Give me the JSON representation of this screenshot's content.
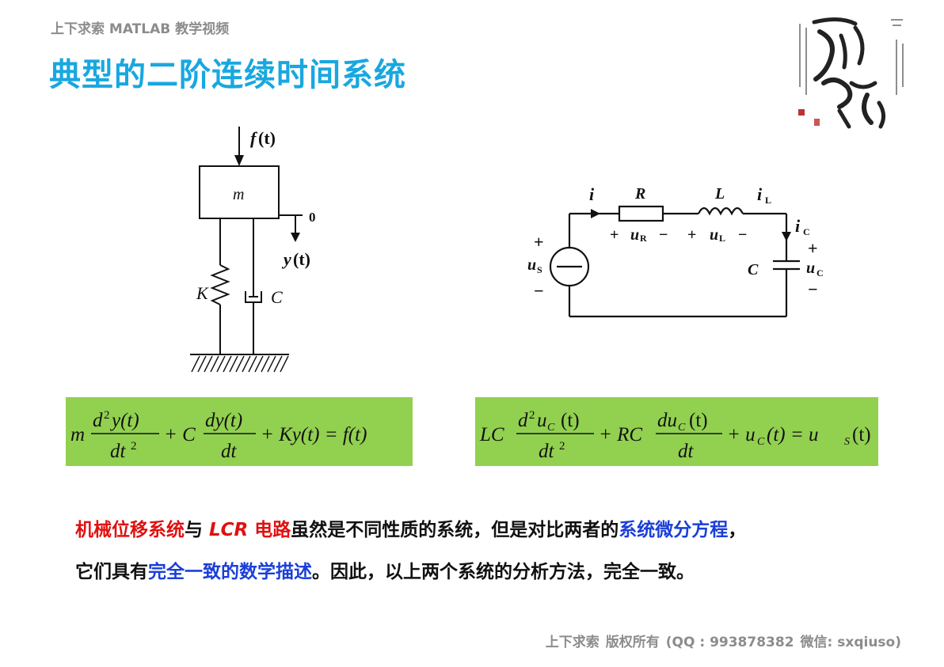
{
  "header": {
    "subtitle": "上下求索 MATLAB 教学视频"
  },
  "slide": {
    "title": "典型的二阶连续时间系统"
  },
  "mechanical": {
    "force_f": "f",
    "force_t": "(t)",
    "mass": "m",
    "zero": "0",
    "disp_y": "y",
    "disp_t": "(t)",
    "spring": "K",
    "damper": "C"
  },
  "circuit": {
    "current_i": "i",
    "resistor": "R",
    "inductor": "L",
    "capacitor": "C",
    "iL_main": "i",
    "iL_sub": "L",
    "iC_main": "i",
    "iC_sub": "C",
    "uR_main": "u",
    "uR_sub": "R",
    "uL_main": "u",
    "uL_sub": "L",
    "uS_main": "u",
    "uS_sub": "S",
    "uC_main": "u",
    "uC_sub": "C",
    "plus": "+",
    "minus": "−"
  },
  "equations": {
    "mech": {
      "m": "m",
      "d2y": "d",
      "sup2": "2",
      "yt": "y(t)",
      "dt": "dt",
      "plusC": "+ C",
      "dy": "dy(t)",
      "dtb": "dt",
      "rest": "+ Ky(t) = f(t)"
    },
    "elec": {
      "LC": "LC",
      "d2": "d",
      "sup2": "2",
      "u": "u",
      "uC_sub": "C",
      "t": "(t)",
      "dt": "dt",
      "plusRC": "+ RC",
      "du": "du",
      "rest1": "+ u",
      "rest1_sub": "C",
      "rest2": "(t) = u",
      "rest2_sub": "S",
      "rest3": "(t)"
    }
  },
  "paragraph": {
    "line1": {
      "p1": "机械位移系统",
      "p2": "与 ",
      "p3": "LCR",
      "p4": " 电路",
      "p5": "虽然是不同性质的系统，但是对比两者的",
      "p6": "系统微分方程",
      "p7": "，"
    },
    "line2": {
      "p1": "它们具有",
      "p2": "完全一致的数学描述",
      "p3": "。因此，以上两个系统的分析方法，完全一致。"
    }
  },
  "footer": {
    "owner": "上下求索",
    "rights": "版权所有",
    "qq": "(QQ : 993878382",
    "wechat": "微信: sxqiuso)"
  }
}
